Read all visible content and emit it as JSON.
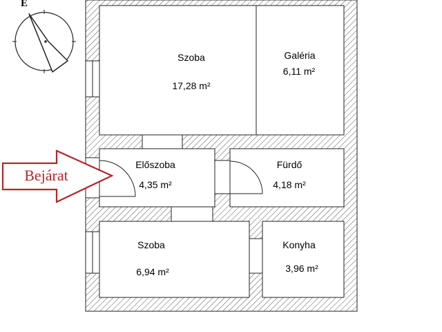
{
  "compass": {
    "label": "É"
  },
  "entrance": {
    "label": "Bejárat",
    "color": "#b3262b"
  },
  "rooms": [
    {
      "name": "Szoba",
      "area": "17,28 m²"
    },
    {
      "name": "Galéria",
      "area": "6,11 m²"
    },
    {
      "name": "Előszoba",
      "area": "4,35 m²"
    },
    {
      "name": "Fürdő",
      "area": "4,18 m²"
    },
    {
      "name": "Szoba",
      "area": "6,94 m²"
    },
    {
      "name": "Konyha",
      "area": "3,96 m²"
    }
  ]
}
